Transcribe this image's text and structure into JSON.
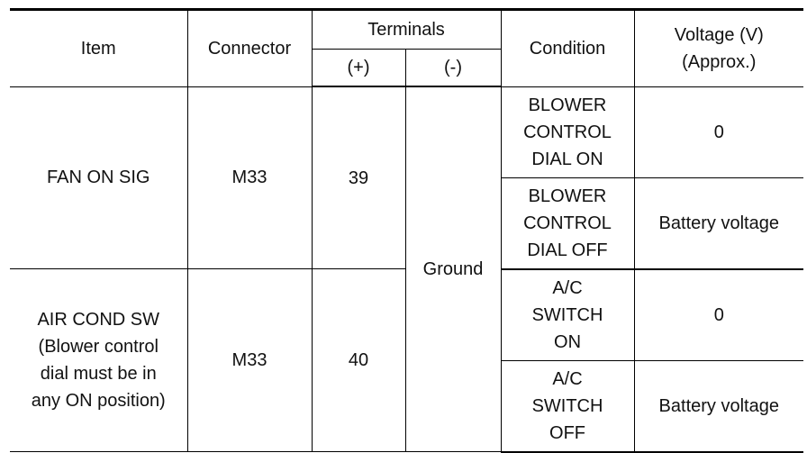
{
  "table": {
    "headers": {
      "item": "Item",
      "connector": "Connector",
      "terminals": "Terminals",
      "plus": "(+)",
      "minus": "(-)",
      "condition": "Condition",
      "voltage_line1": "Voltage (V)",
      "voltage_line2": "(Approx.)"
    },
    "ground": "Ground",
    "rows": [
      {
        "item_lines": [
          "FAN ON SIG"
        ],
        "connector": "M33",
        "terminal_plus": "39",
        "conditions": [
          {
            "lines": [
              "BLOWER",
              "CONTROL",
              "DIAL ON"
            ],
            "voltage": "0"
          },
          {
            "lines": [
              "BLOWER",
              "CONTROL",
              "DIAL OFF"
            ],
            "voltage": "Battery voltage"
          }
        ]
      },
      {
        "item_lines": [
          "AIR COND SW",
          "(Blower control",
          "dial must be in",
          "any ON position)"
        ],
        "connector": "M33",
        "terminal_plus": "40",
        "conditions": [
          {
            "lines": [
              "A/C",
              "SWITCH",
              "ON"
            ],
            "voltage": "0"
          },
          {
            "lines": [
              "A/C",
              "SWITCH",
              "OFF"
            ],
            "voltage": "Battery voltage"
          }
        ]
      }
    ]
  }
}
